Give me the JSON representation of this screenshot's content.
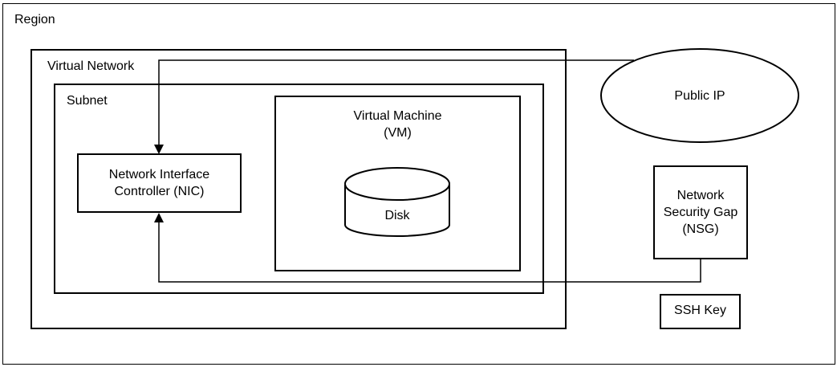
{
  "diagram": {
    "region_label": "Region",
    "vnet_label": "Virtual Network",
    "subnet_label": "Subnet",
    "vm_label_line1": "Virtual Machine",
    "vm_label_line2": "(VM)",
    "disk_label": "Disk",
    "nic_label_line1": "Network Interface",
    "nic_label_line2": "Controller (NIC)",
    "public_ip_label": "Public IP",
    "nsg_label_line1": "Network",
    "nsg_label_line2": "Security Gap",
    "nsg_label_line3": "(NSG)",
    "ssh_label": "SSH Key",
    "connectors": [
      {
        "from": "Public IP",
        "to": "Network Interface Controller (NIC)"
      },
      {
        "from": "Network Security Gap (NSG)",
        "to": "Network Interface Controller (NIC)"
      }
    ]
  }
}
